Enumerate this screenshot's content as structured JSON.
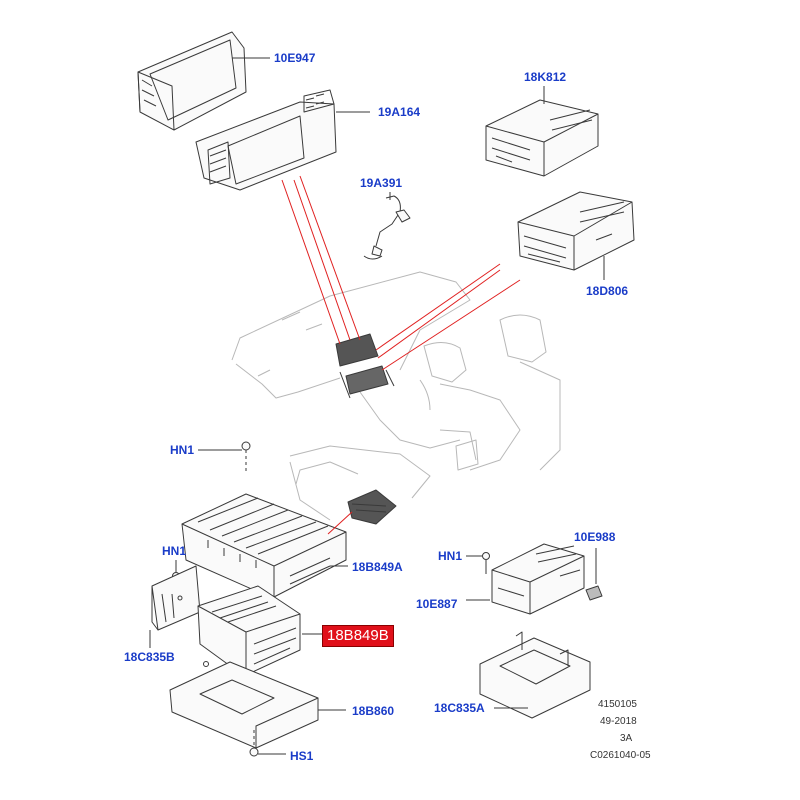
{
  "callouts": {
    "c10E947": "10E947",
    "c19A164": "19A164",
    "c18K812": "18K812",
    "c19A391": "19A391",
    "c18D806": "18D806",
    "cHN1_top": "HN1",
    "cHN1_left": "HN1",
    "c18B849A": "18B849A",
    "c18B849B": "18B849B",
    "c18C835B": "18C835B",
    "c18B860": "18B860",
    "cHS1": "HS1",
    "cHN1_right": "HN1",
    "c10E988": "10E988",
    "c10E887": "10E887",
    "c18C835A": "18C835A"
  },
  "reference": {
    "line1": "4150105",
    "line2": "49-2018",
    "line3": "3A",
    "line4": "C0261040-05"
  },
  "colors": {
    "callout_text": "#1a3cc8",
    "highlight_bg": "#e0101a",
    "leader_red": "#e02020",
    "line_art": "#3a3a3a"
  }
}
